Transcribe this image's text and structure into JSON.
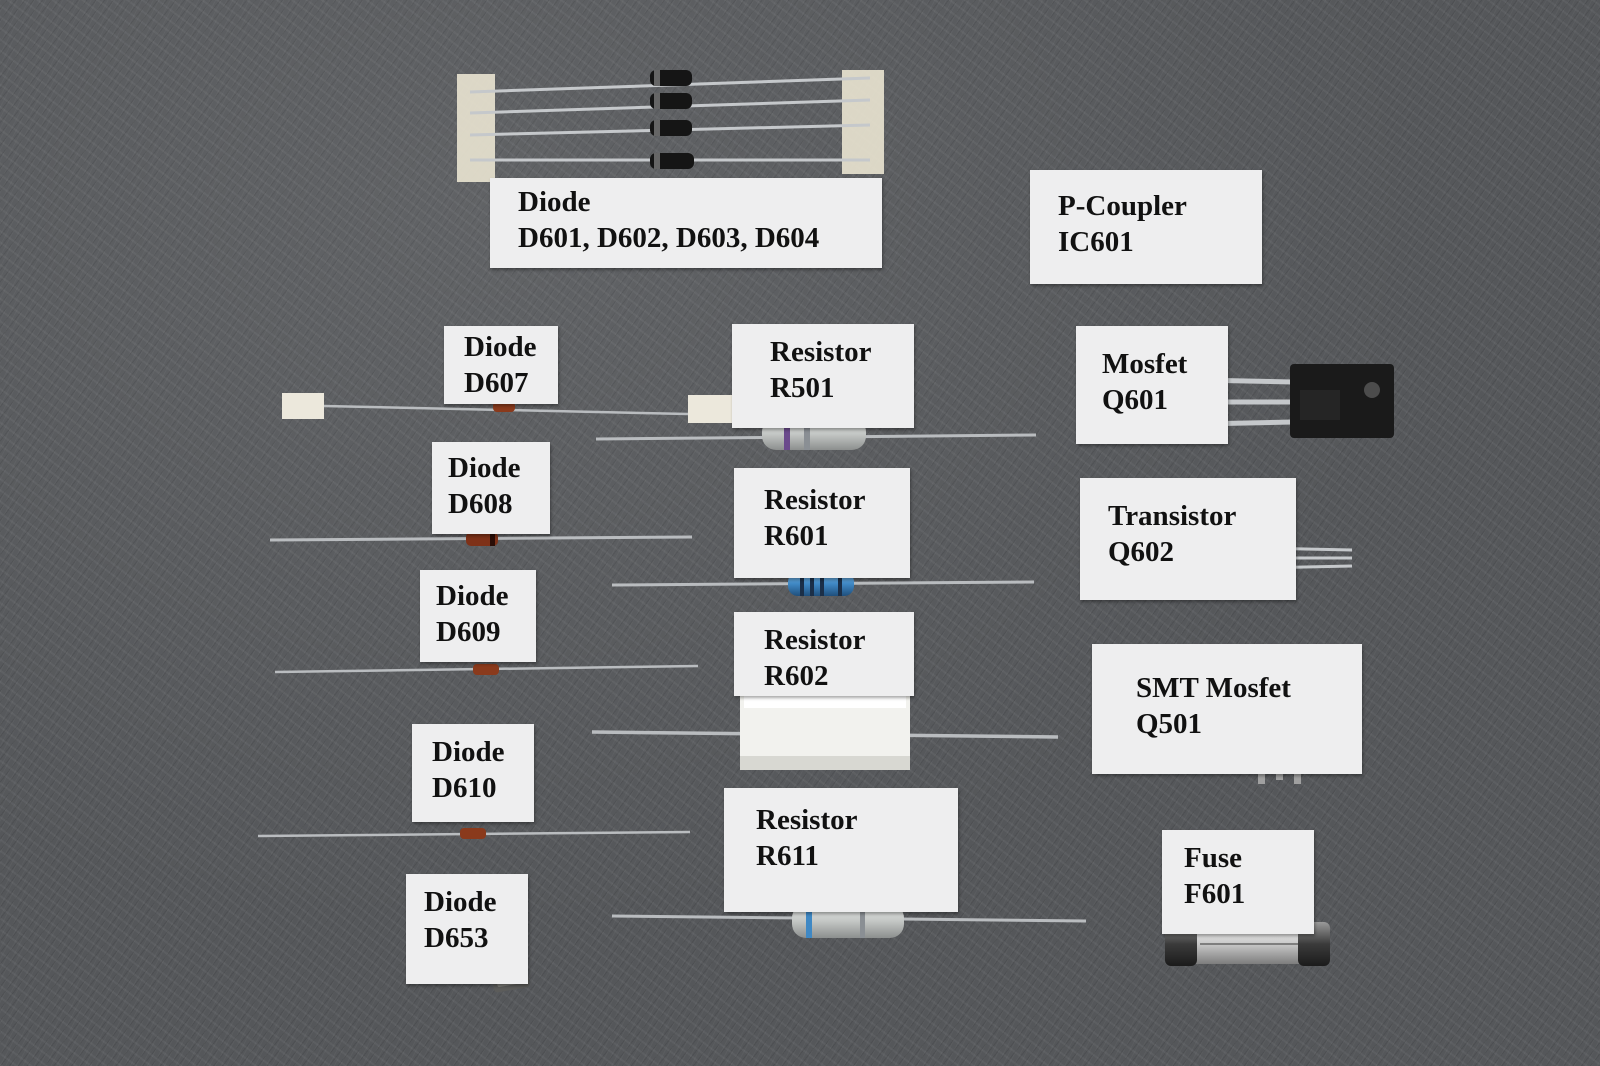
{
  "labels": {
    "diode_bank": {
      "title": "Diode",
      "refs": "D601, D602, D603, D604"
    },
    "optocoupler": {
      "title": "P-Coupler",
      "ref": "IC601"
    },
    "diode_d607": {
      "title": "Diode",
      "ref": "D607"
    },
    "diode_d608": {
      "title": "Diode",
      "ref": "D608"
    },
    "diode_d609": {
      "title": "Diode",
      "ref": "D609"
    },
    "diode_d610": {
      "title": "Diode",
      "ref": "D610"
    },
    "diode_d653": {
      "title": "Diode",
      "ref": "D653"
    },
    "resistor_r501": {
      "title": "Resistor",
      "ref": "R501"
    },
    "resistor_r601": {
      "title": "Resistor",
      "ref": "R601"
    },
    "resistor_r602": {
      "title": "Resistor",
      "ref": "R602"
    },
    "resistor_r611": {
      "title": "Resistor",
      "ref": "R611"
    },
    "mosfet_q601": {
      "title": "Mosfet",
      "ref": "Q601"
    },
    "transistor_q602": {
      "title": "Transistor",
      "ref": "Q602"
    },
    "smt_mosfet_q501": {
      "title": "SMT Mosfet",
      "ref": "Q501"
    },
    "fuse_f601": {
      "title": "Fuse",
      "ref": "F601"
    }
  },
  "colors": {
    "background": "#55575a",
    "label_card": "#eeeeef",
    "label_text": "#111111",
    "wire_lead": "#b9bcbf",
    "diode_body_black": "#151515",
    "zener_body": "#8a3a1c",
    "resistor_body": "#c9ccc9",
    "resistor_blue": "#3f88c4",
    "ceramic_resistor": "#f2f2ee",
    "component_black": "#1c1c1c"
  }
}
